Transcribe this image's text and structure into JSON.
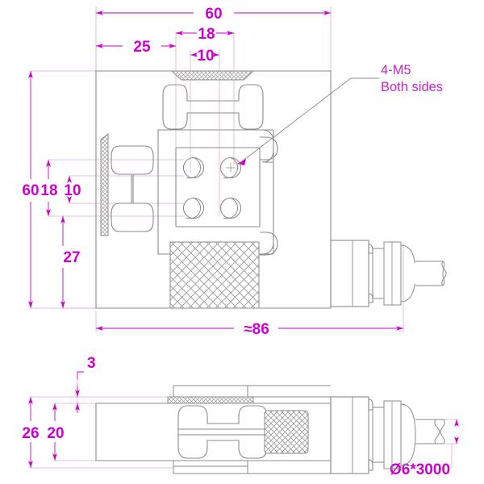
{
  "drawing": {
    "title": "load-cell-dimensional-drawing",
    "views": [
      "front-view",
      "side-view"
    ],
    "colors": {
      "dimension": "#cc00cc",
      "outline": "#8b8b8b",
      "hatch": "#9a9a9a",
      "background": "#ffffff"
    }
  },
  "front_view": {
    "dimensions": {
      "overall_width": "60",
      "offset_25": "25",
      "span_18": "18",
      "span_10": "10",
      "overall_height": "60",
      "vert_18": "18",
      "vert_10": "10",
      "vert_27": "27",
      "total_length": "≈86"
    },
    "notes": {
      "thread_callout": "4-M5",
      "thread_note": "Both sides"
    }
  },
  "side_view": {
    "dimensions": {
      "plate_thickness": "3",
      "overall_height": "26",
      "body_height": "20",
      "cable_spec": "Ø6*3000"
    }
  }
}
